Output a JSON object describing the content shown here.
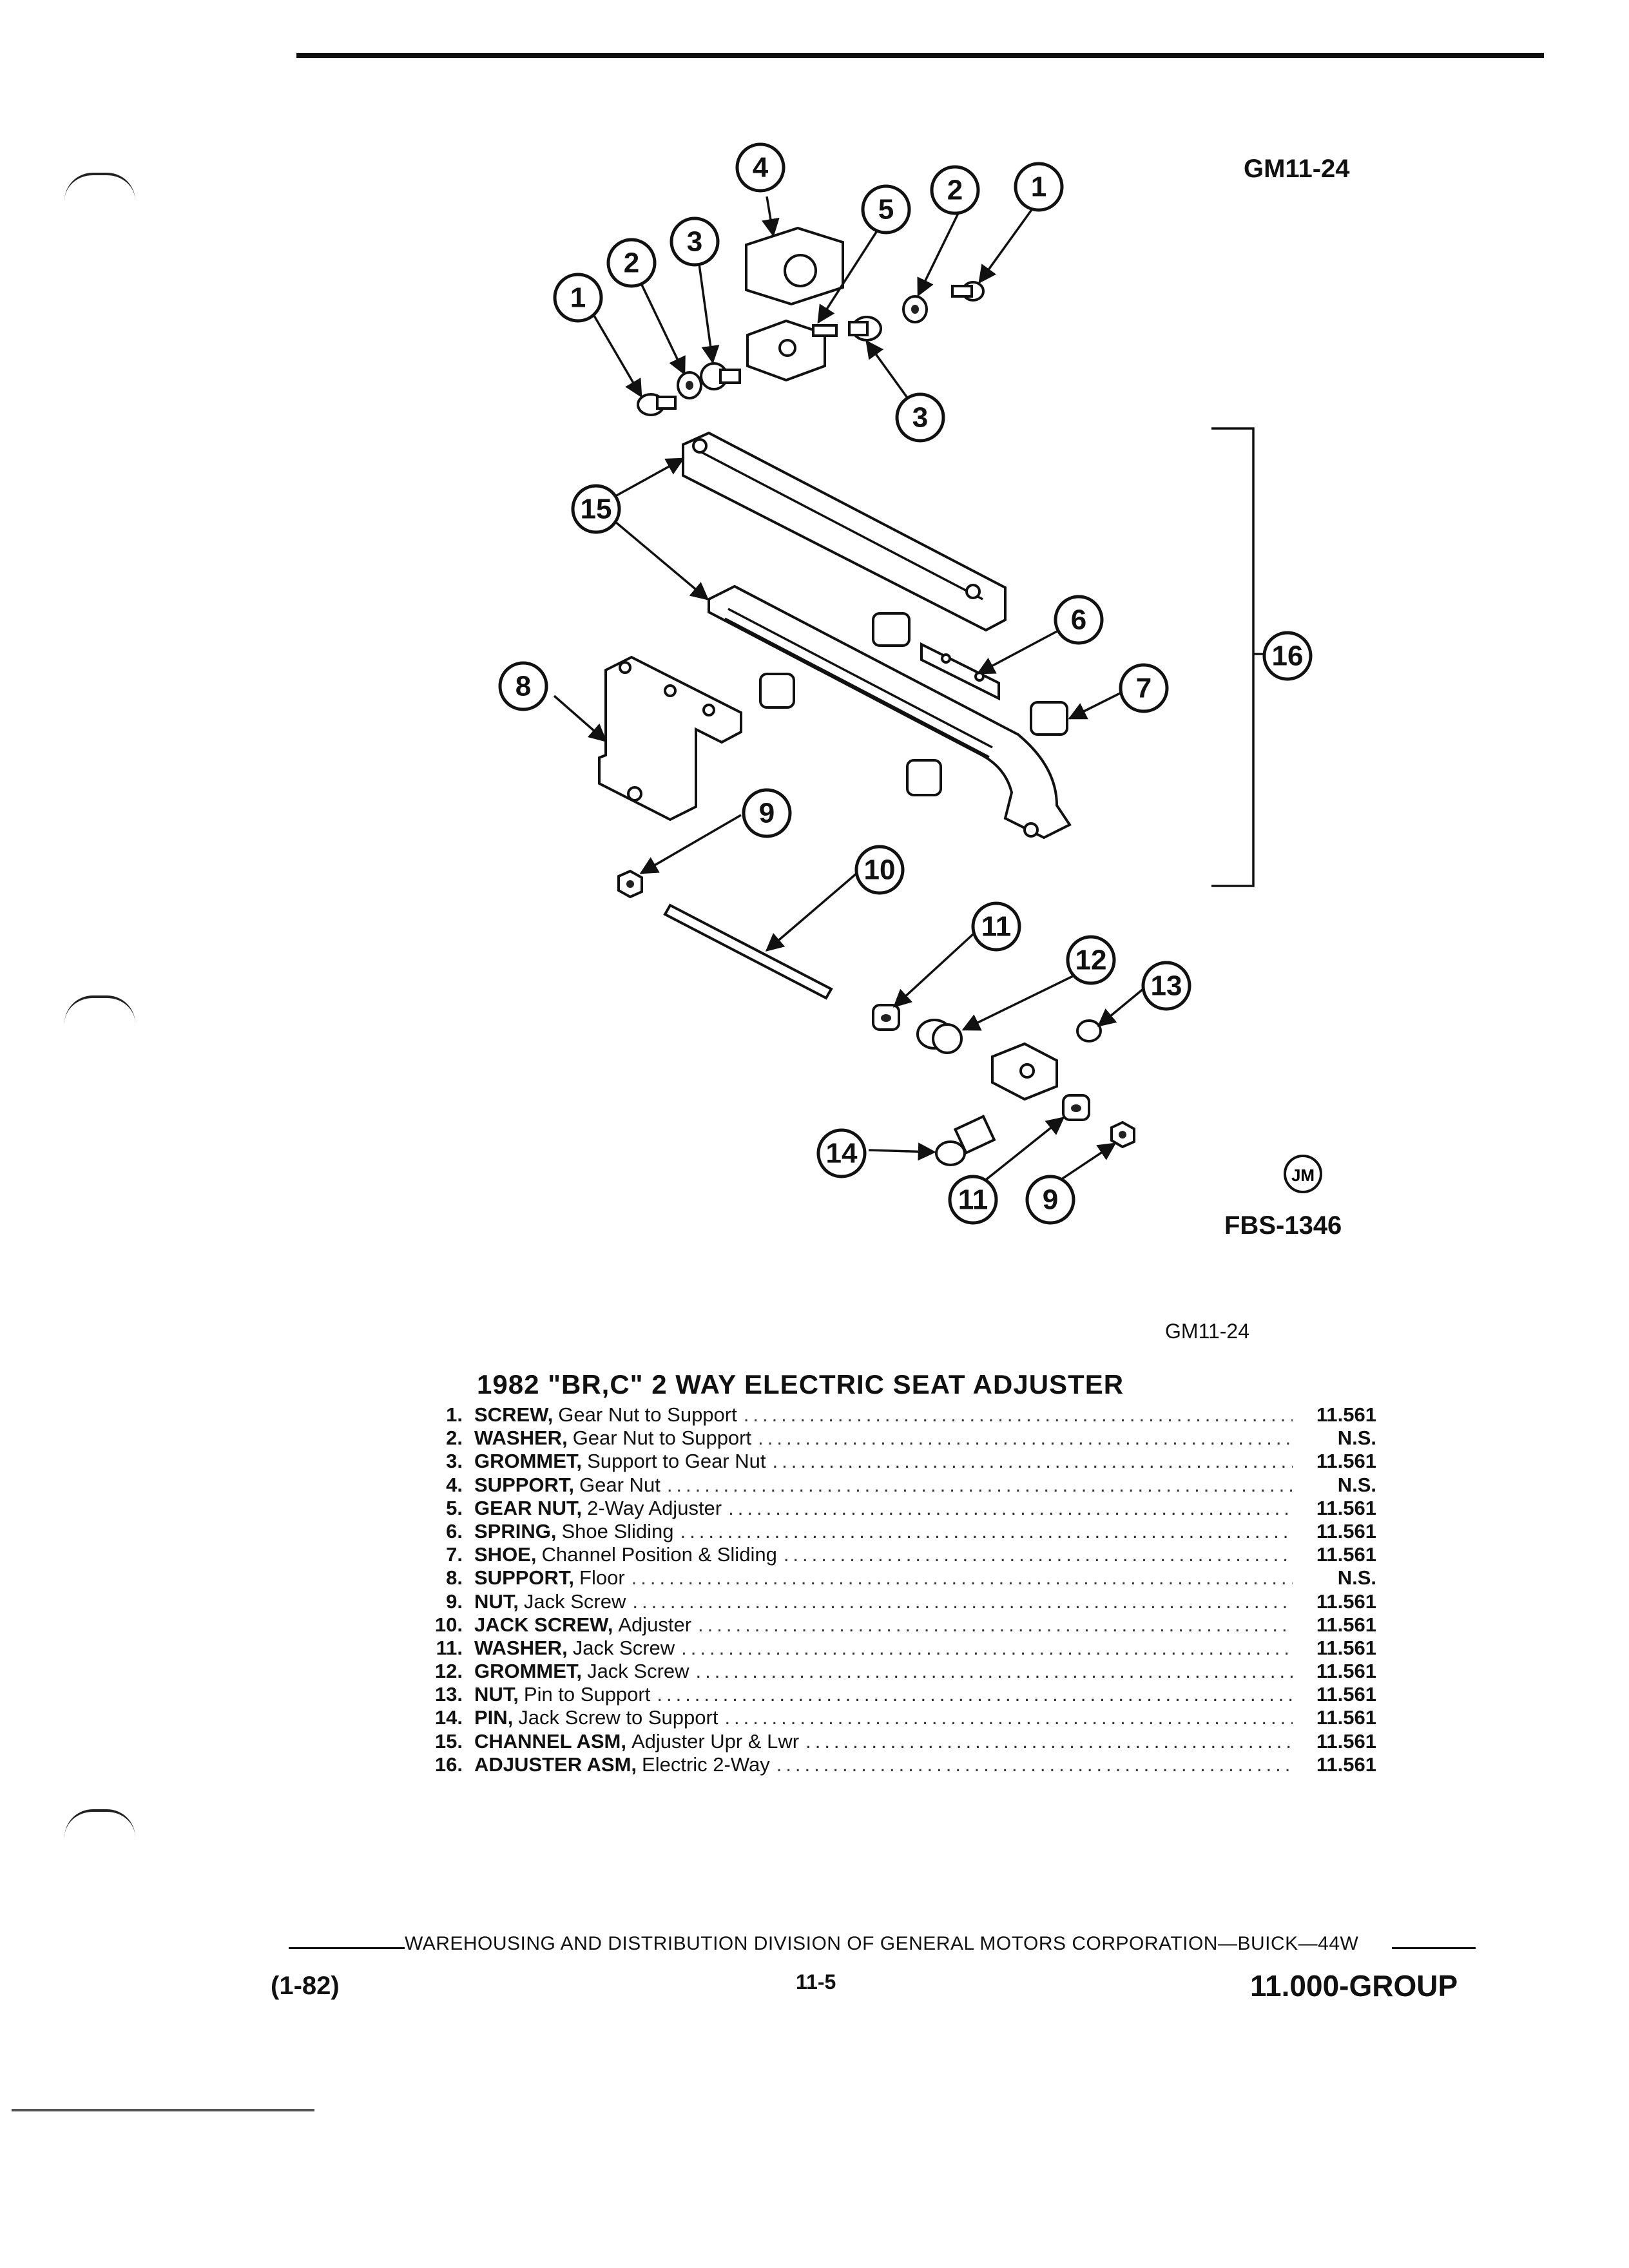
{
  "header": {
    "code_top": "GM11-24",
    "fig_id": "FBS-1346",
    "logo_text": "JM"
  },
  "diagram": {
    "callouts": [
      "1",
      "2",
      "3",
      "4",
      "5",
      "2",
      "1",
      "3",
      "15",
      "6",
      "16",
      "7",
      "8",
      "9",
      "10",
      "11",
      "12",
      "13",
      "14",
      "11",
      "9"
    ]
  },
  "section": {
    "code": "GM11-24",
    "title": "1982 \"BR,C\" 2 WAY ELECTRIC SEAT ADJUSTER"
  },
  "parts": [
    {
      "num": "1.",
      "name": "SCREW,",
      "desc": "Gear Nut to Support",
      "ref": "11.561"
    },
    {
      "num": "2.",
      "name": "WASHER,",
      "desc": "Gear Nut to Support",
      "ref": "N.S."
    },
    {
      "num": "3.",
      "name": "GROMMET,",
      "desc": "Support to Gear Nut",
      "ref": "11.561"
    },
    {
      "num": "4.",
      "name": "SUPPORT,",
      "desc": "Gear Nut",
      "ref": "N.S."
    },
    {
      "num": "5.",
      "name": "GEAR NUT,",
      "desc": "2-Way Adjuster",
      "ref": "11.561"
    },
    {
      "num": "6.",
      "name": "SPRING,",
      "desc": "Shoe Sliding",
      "ref": "11.561"
    },
    {
      "num": "7.",
      "name": "SHOE,",
      "desc": "Channel Position & Sliding",
      "ref": "11.561"
    },
    {
      "num": "8.",
      "name": "SUPPORT,",
      "desc": "Floor",
      "ref": "N.S."
    },
    {
      "num": "9.",
      "name": "NUT,",
      "desc": "Jack Screw",
      "ref": "11.561"
    },
    {
      "num": "10.",
      "name": "JACK SCREW,",
      "desc": "Adjuster",
      "ref": "11.561"
    },
    {
      "num": "11.",
      "name": "WASHER,",
      "desc": "Jack Screw",
      "ref": "11.561"
    },
    {
      "num": "12.",
      "name": "GROMMET,",
      "desc": "Jack Screw",
      "ref": "11.561"
    },
    {
      "num": "13.",
      "name": "NUT,",
      "desc": "Pin to Support",
      "ref": "11.561"
    },
    {
      "num": "14.",
      "name": "PIN,",
      "desc": "Jack Screw to Support",
      "ref": "11.561"
    },
    {
      "num": "15.",
      "name": "CHANNEL ASM,",
      "desc": "Adjuster Upr & Lwr",
      "ref": "11.561"
    },
    {
      "num": "16.",
      "name": "ADJUSTER ASM,",
      "desc": "Electric 2-Way",
      "ref": "11.561"
    }
  ],
  "footer": {
    "text": "WAREHOUSING AND DISTRIBUTION  DIVISION OF GENERAL MOTORS CORPORATION—BUICK—44W",
    "date": "(1-82)",
    "page": "11-5",
    "group": "11.000-GROUP"
  }
}
